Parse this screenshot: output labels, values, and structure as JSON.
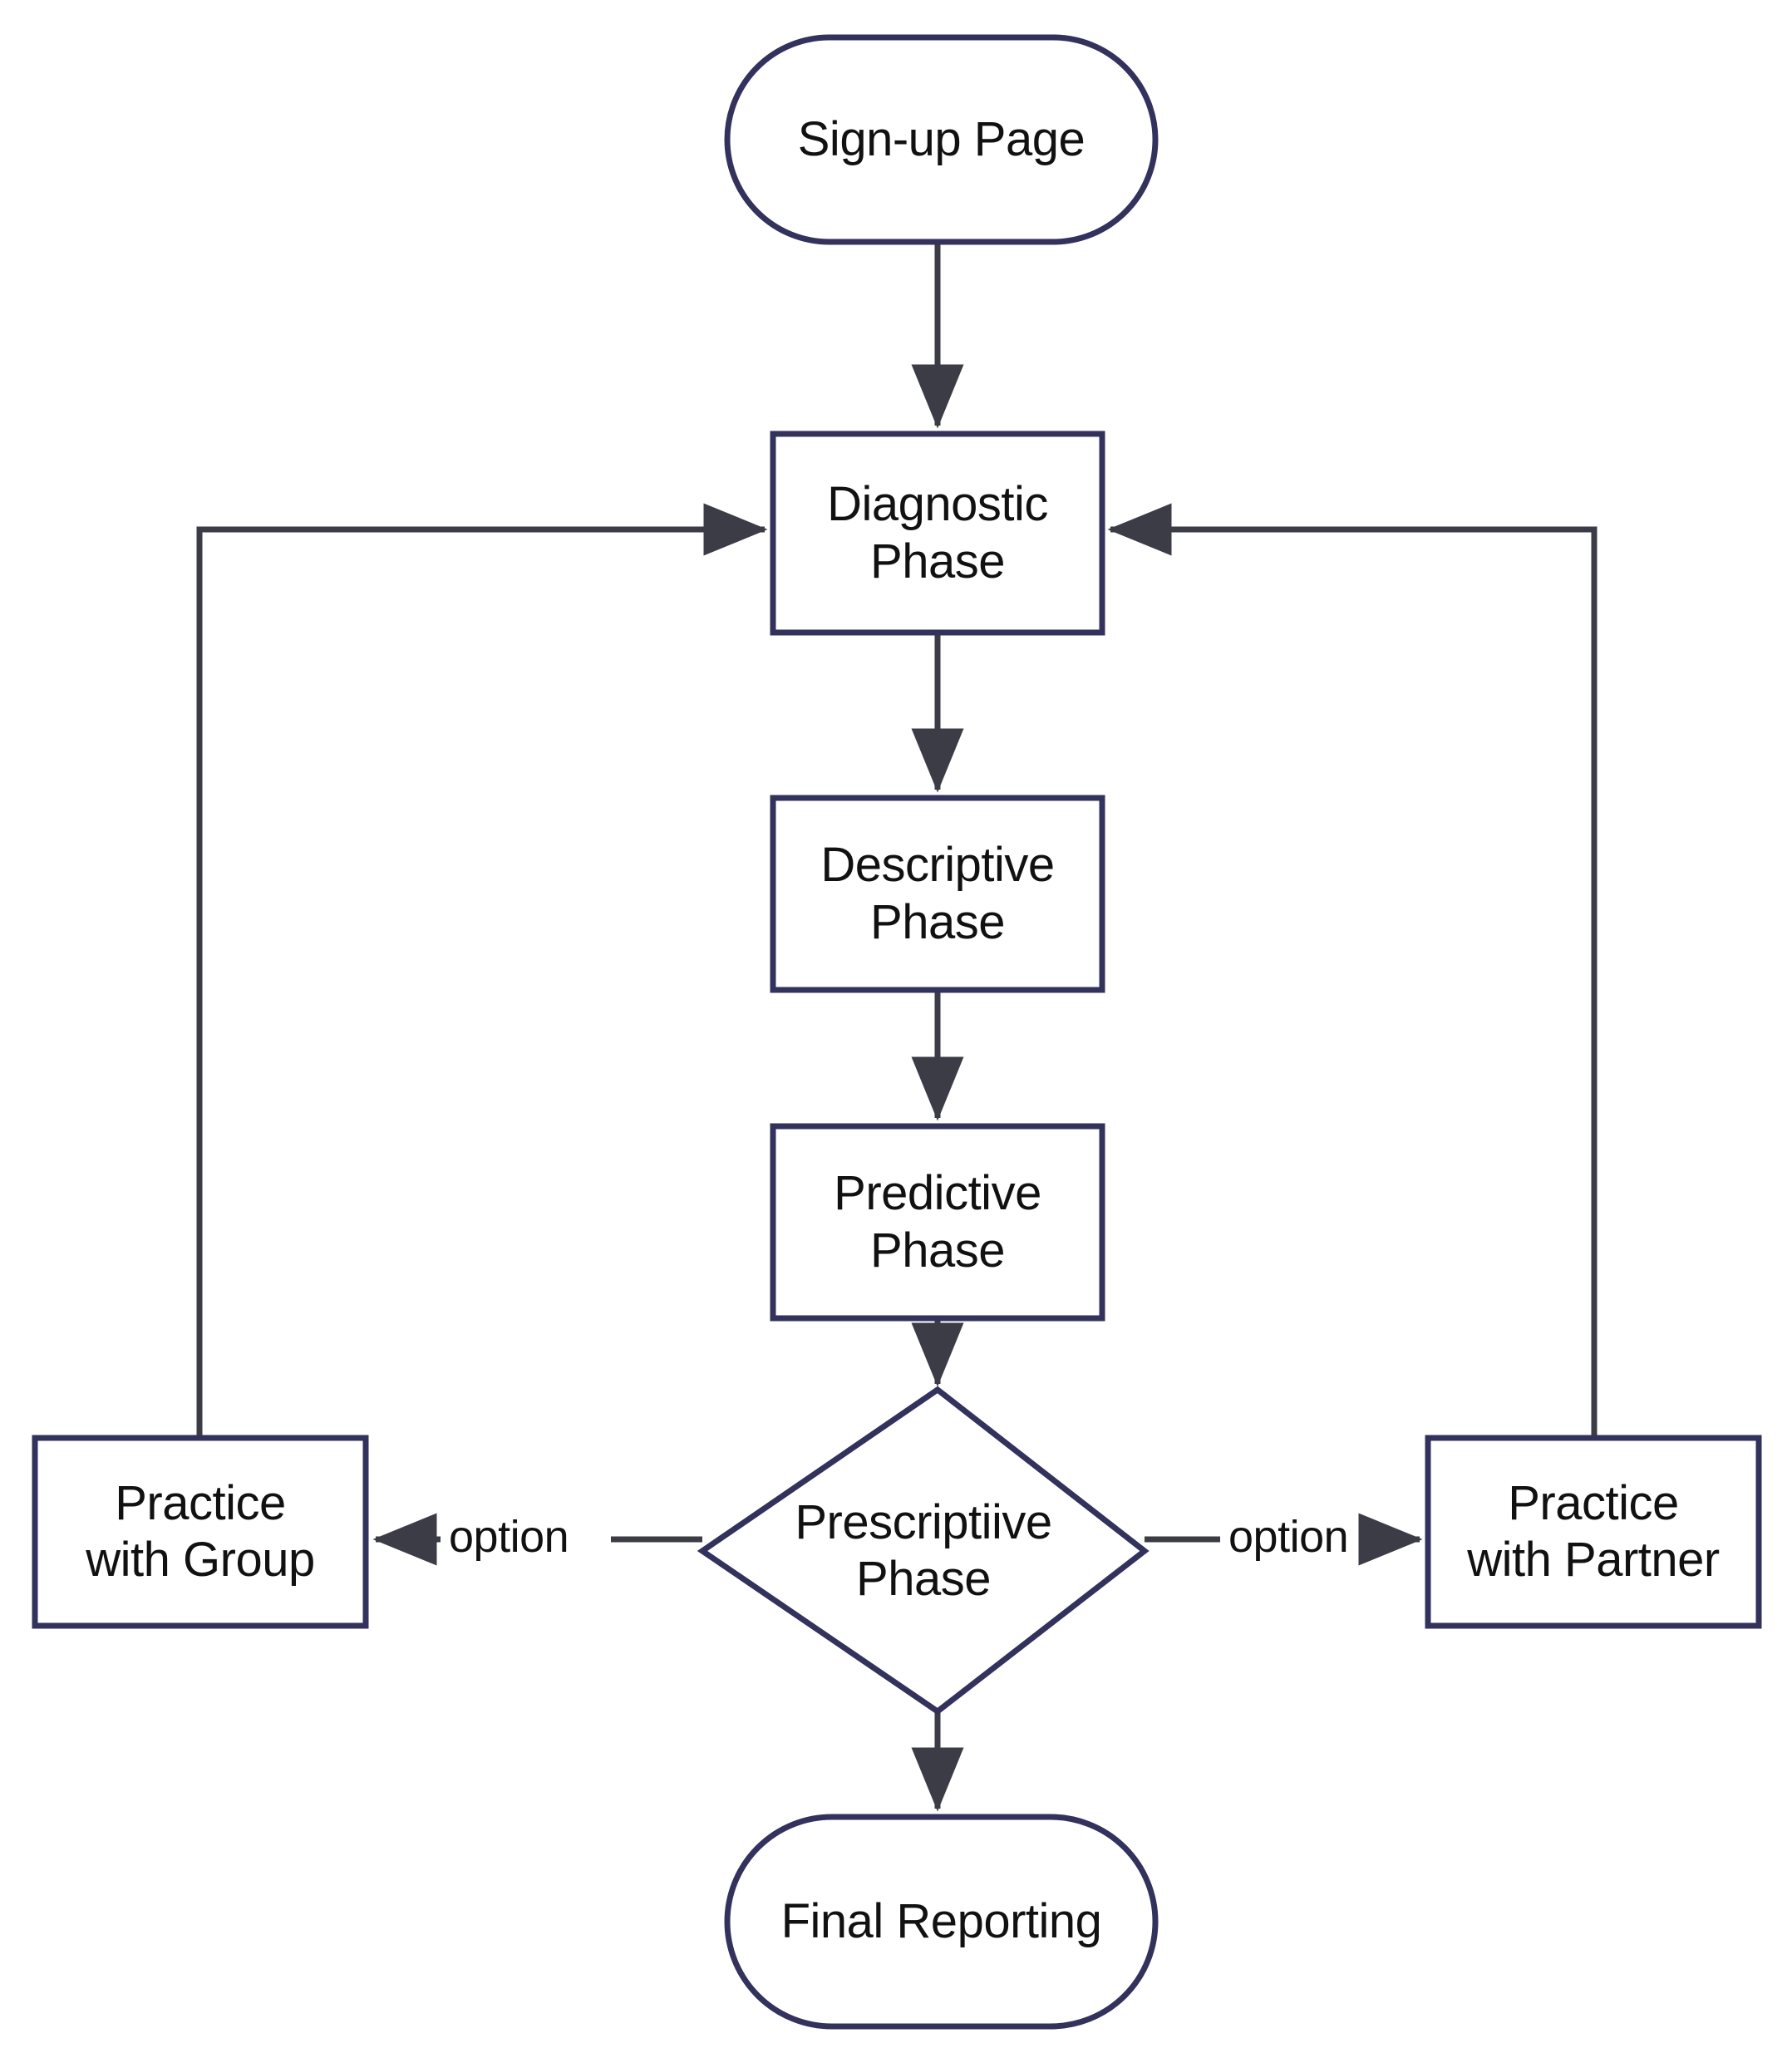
{
  "diagram": {
    "type": "flowchart",
    "title": "",
    "orientation": "top-to-bottom",
    "background_color": "#ffffff",
    "node_fill_color": "#ffffff",
    "node_stroke_color": "#32325d",
    "connector_color": "#3c3c46",
    "text_color": "#111111",
    "nodes": [
      {
        "id": "signup",
        "label": "Sign-up Page",
        "shape": "stadium"
      },
      {
        "id": "diagnostic",
        "label_line1": "Diagnostic",
        "label_line2": "Phase",
        "shape": "rectangle"
      },
      {
        "id": "descriptive",
        "label_line1": "Descriptive",
        "label_line2": "Phase",
        "shape": "rectangle"
      },
      {
        "id": "predictive",
        "label_line1": "Predictive",
        "label_line2": "Phase",
        "shape": "rectangle"
      },
      {
        "id": "prescriptive",
        "label_line1": "Prescriptiive",
        "label_line2": "Phase",
        "shape": "diamond"
      },
      {
        "id": "practice_group",
        "label_line1": "Practice",
        "label_line2": "with Group",
        "shape": "rectangle"
      },
      {
        "id": "practice_partner",
        "label_line1": "Practice",
        "label_line2": "with Partner",
        "shape": "rectangle"
      },
      {
        "id": "final_reporting",
        "label": "Final Reporting",
        "shape": "stadium"
      }
    ],
    "edges": [
      {
        "from": "signup",
        "to": "diagnostic",
        "label": ""
      },
      {
        "from": "diagnostic",
        "to": "descriptive",
        "label": ""
      },
      {
        "from": "descriptive",
        "to": "predictive",
        "label": ""
      },
      {
        "from": "predictive",
        "to": "prescriptive",
        "label": ""
      },
      {
        "from": "prescriptive",
        "to": "practice_group",
        "label": "option"
      },
      {
        "from": "prescriptive",
        "to": "practice_partner",
        "label": "option"
      },
      {
        "from": "prescriptive",
        "to": "final_reporting",
        "label": ""
      },
      {
        "from": "practice_group",
        "to": "diagnostic",
        "label": ""
      },
      {
        "from": "practice_partner",
        "to": "diagnostic",
        "label": ""
      }
    ],
    "edge_labels": {
      "option_left": "option",
      "option_right": "option"
    }
  }
}
